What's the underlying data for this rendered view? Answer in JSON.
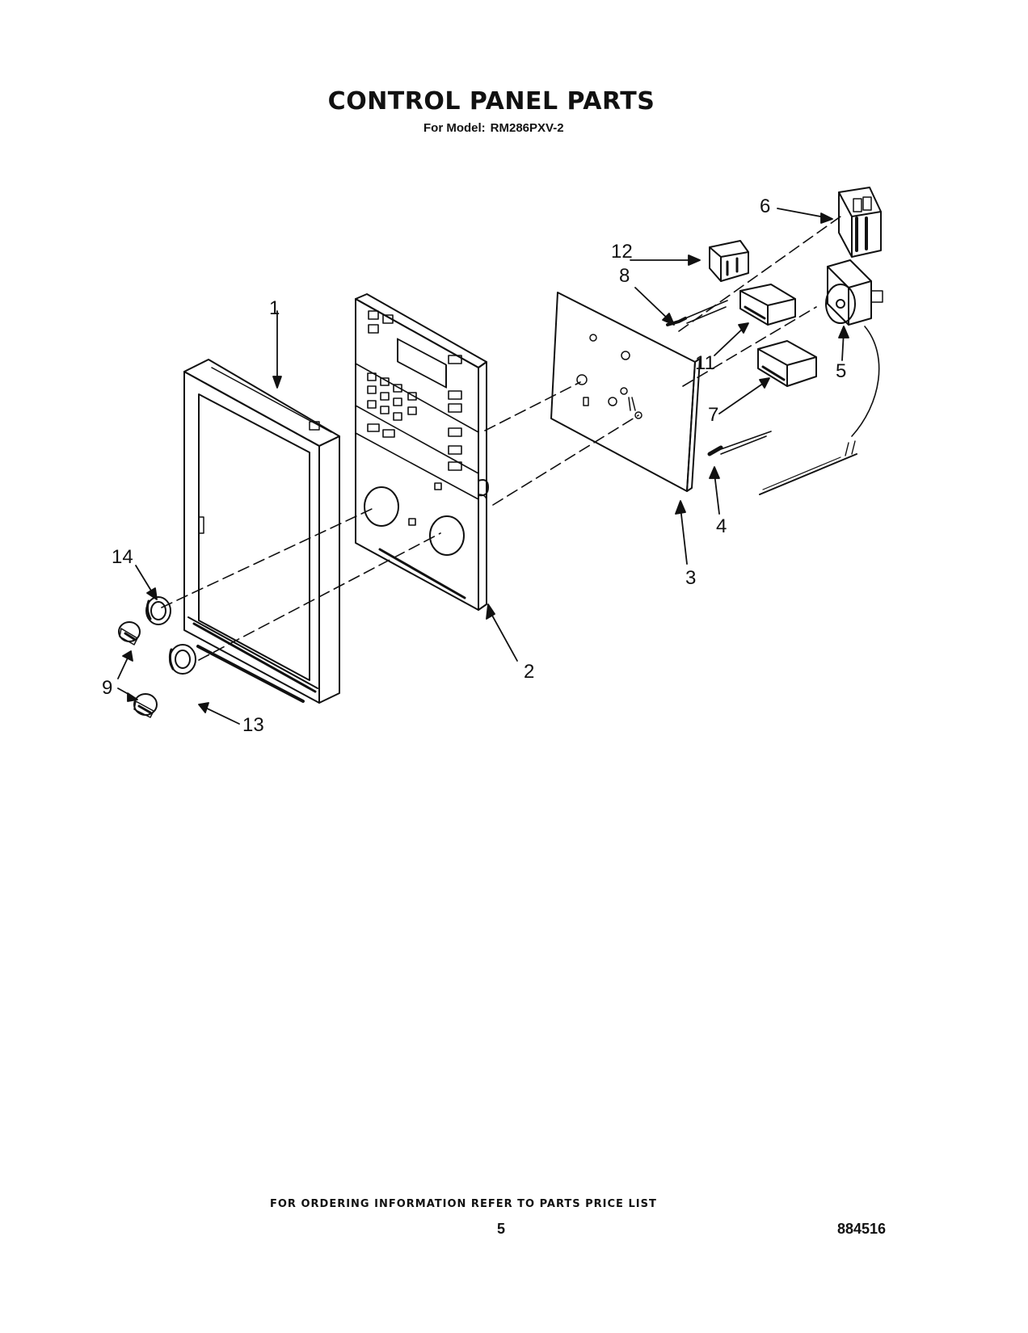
{
  "title": "CONTROL PANEL PARTS",
  "subtitle": {
    "prefix": "For Model:",
    "model": "RM286PXV-2"
  },
  "callouts": {
    "c1": "1",
    "c2": "2",
    "c3": "3",
    "c4": "4",
    "c5": "5",
    "c6": "6",
    "c7": "7",
    "c8": "8",
    "c9": "9",
    "c11": "11",
    "c12": "12",
    "c13": "13",
    "c14": "14"
  },
  "footer": {
    "ordering_note": "FOR ORDERING INFORMATION REFER TO PARTS PRICE LIST",
    "page_number": "5",
    "document_number": "884516"
  }
}
